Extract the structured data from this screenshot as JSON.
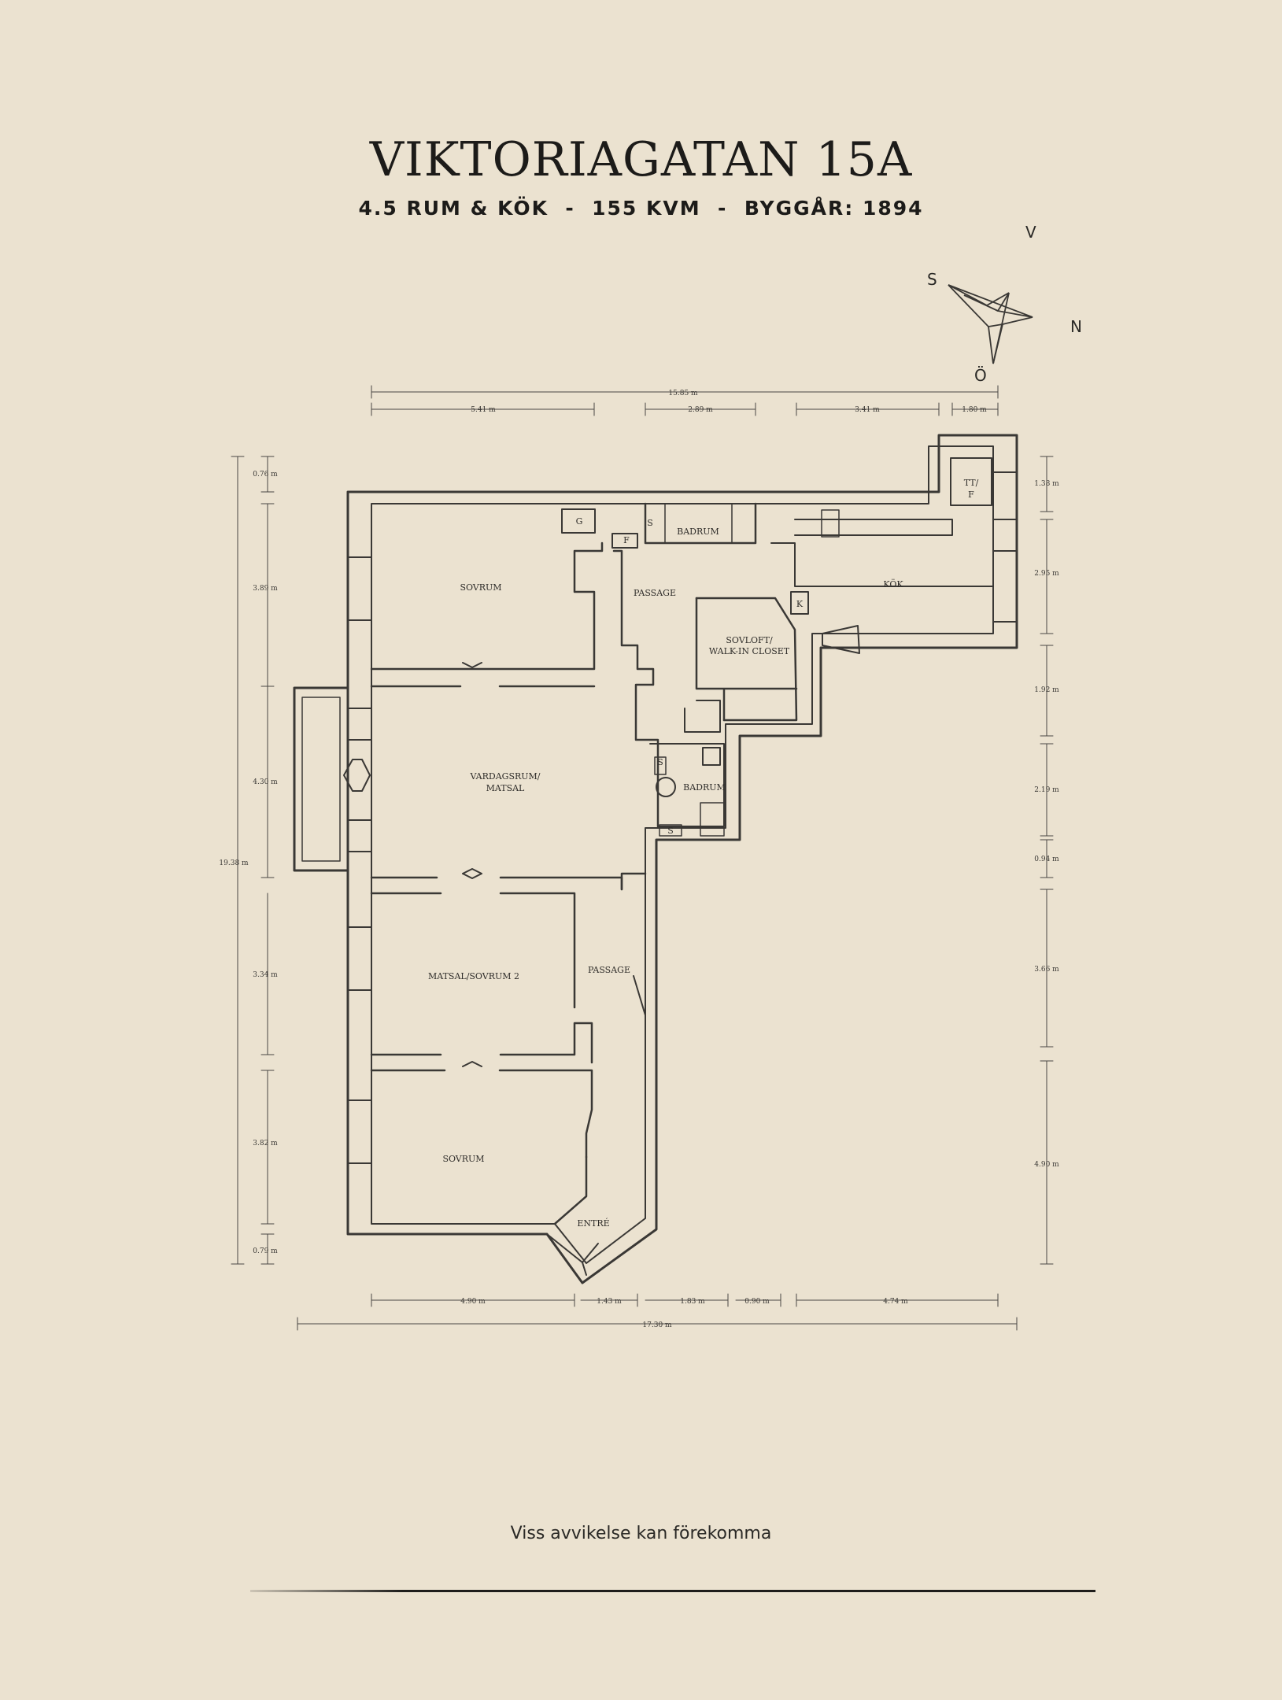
{
  "header": {
    "title": "VIKTORIAGATAN 15A",
    "subtitle": "4.5 RUM & KÖK  -  155 KVM  -  BYGGÅR: 1894"
  },
  "compass": {
    "north": "N",
    "south": "S",
    "east": "Ö",
    "west": "V"
  },
  "rooms": {
    "sovrum_top": "SOVRUM",
    "passage_top": "PASSAGE",
    "g": "G",
    "f": "F",
    "badrum_top": "BADRUM",
    "s_top": "S",
    "tt_f_1": "TT/",
    "tt_f_2": "F",
    "kok": "KÖK",
    "k": "K",
    "sovloft_1": "SOVLOFT/",
    "sovloft_2": "WALK-IN CLOSET",
    "vardagsrum_1": "VARDAGSRUM/",
    "vardagsrum_2": "MATSAL",
    "badrum_mid": "BADRUM",
    "s_mid_1": "S",
    "s_mid_2": "S",
    "matsal_sovrum2": "MATSAL/SOVRUM 2",
    "passage_mid": "PASSAGE",
    "sovrum_bottom": "SOVRUM",
    "entre": "ENTRÉ"
  },
  "dimensions": {
    "top_total": "15.85 m",
    "top": [
      "5.41 m",
      "2.89 m",
      "3.41 m",
      "1.80 m"
    ],
    "left_total": "19.38 m",
    "left": [
      "0.76 m",
      "3.89 m",
      "4.30 m",
      "3.34 m",
      "3.82 m",
      "0.79 m"
    ],
    "right": [
      "1.38 m",
      "2.95 m",
      "1.92 m",
      "2.19 m",
      "0.94 m",
      "3.66 m",
      "4.90 m"
    ],
    "bottom": [
      "4.90 m",
      "1.43 m",
      "1.83 m",
      "0.90 m",
      "4.74 m"
    ],
    "bottom_total": "17.30 m"
  },
  "footer": {
    "note": "Viss avvikelse kan förekomma"
  }
}
